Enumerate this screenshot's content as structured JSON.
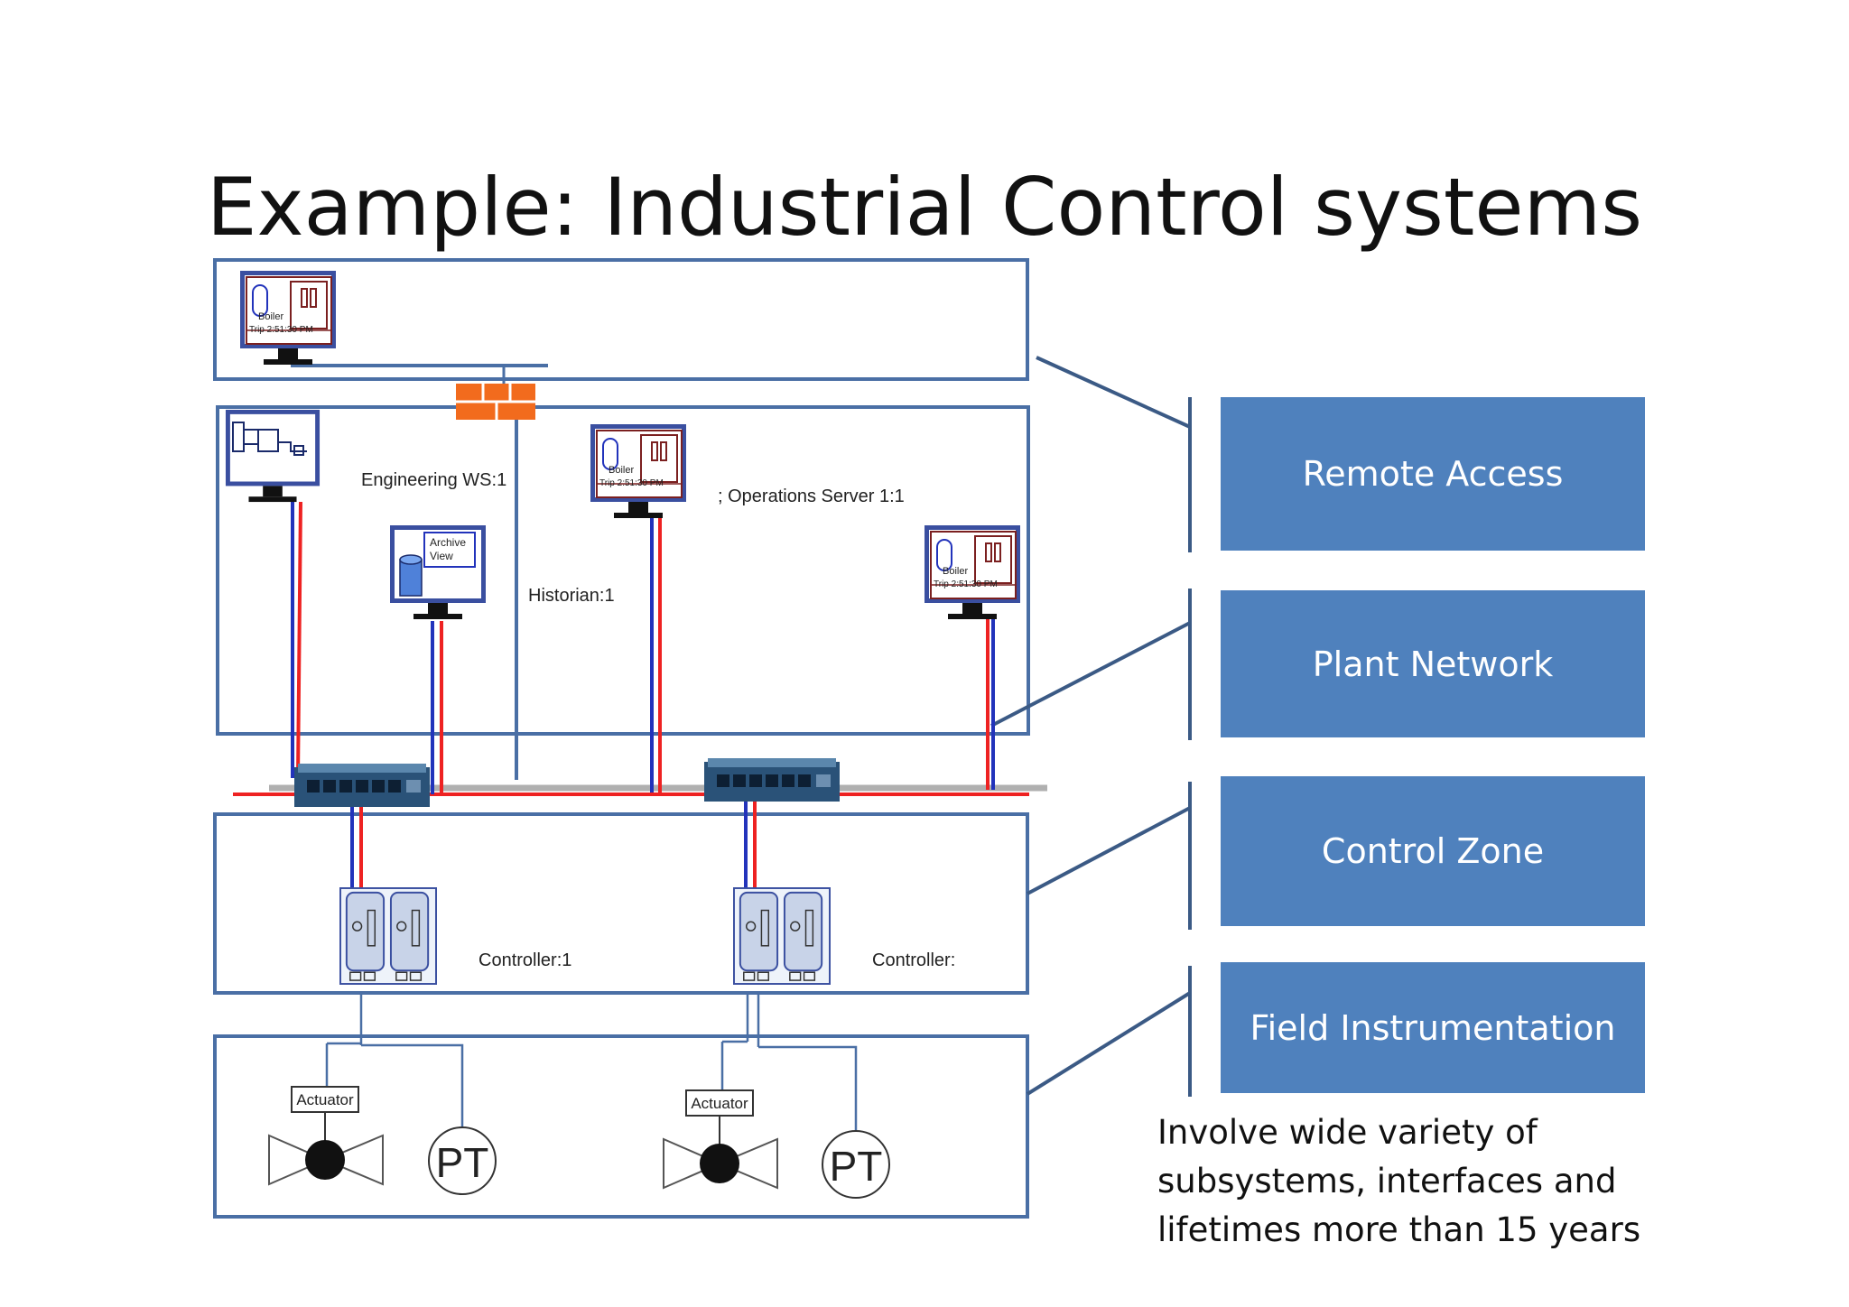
{
  "title": "Example: Industrial Control systems",
  "zones": {
    "remote_access": "Remote Access",
    "plant_network": "Plant Network",
    "control_zone": "Control Zone",
    "field_instrumentation": "Field Instrumentation"
  },
  "note": {
    "line1": "Involve wide variety of",
    "line2": "subsystems, interfaces and",
    "line3": "lifetimes more than 15 years"
  },
  "nodes": {
    "engineering_ws": "Engineering WS:1",
    "operations_server": "; Operations Server 1:1",
    "historian": "Historian:1",
    "controller_1": "Controller:1",
    "controller_2": "Controller:",
    "actuator_1": "Actuator",
    "actuator_2": "Actuator",
    "pt_1": "PT",
    "pt_2": "PT"
  },
  "screens": {
    "hmi_caption_a": "Boiler",
    "hmi_caption_b": "Trip 2:51:30 PM",
    "archive_line1": "Archive",
    "archive_line2": "View"
  },
  "colors": {
    "zone_border": "#4a6fa5",
    "side_box": "#4f81bd",
    "wire_red": "#ee2222",
    "wire_blue": "#2233bb",
    "firewall": "#f26b1d"
  }
}
